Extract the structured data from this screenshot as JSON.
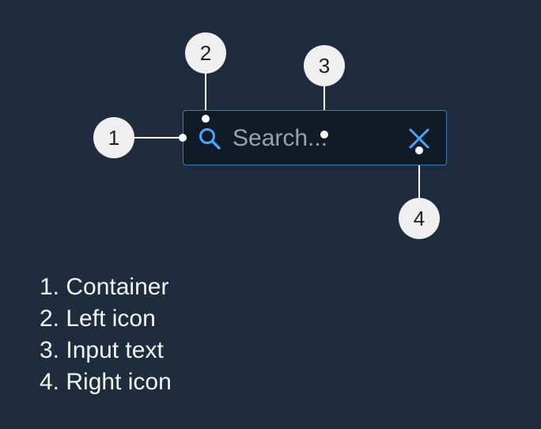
{
  "search": {
    "placeholder": "Search...",
    "left_icon": "search-icon",
    "right_icon": "close-icon"
  },
  "markers": [
    "1",
    "2",
    "3",
    "4"
  ],
  "legend": [
    {
      "num": "1.",
      "label": "Container"
    },
    {
      "num": "2.",
      "label": "Left icon"
    },
    {
      "num": "3.",
      "label": "Input text"
    },
    {
      "num": "4.",
      "label": "Right icon"
    }
  ],
  "colors": {
    "background": "#1e2c3e",
    "field_background": "#101b27",
    "field_border": "#3a78b8",
    "icon_accent": "#4da3ff",
    "placeholder_text": "#97a2ae",
    "marker_fill": "#efefef"
  }
}
